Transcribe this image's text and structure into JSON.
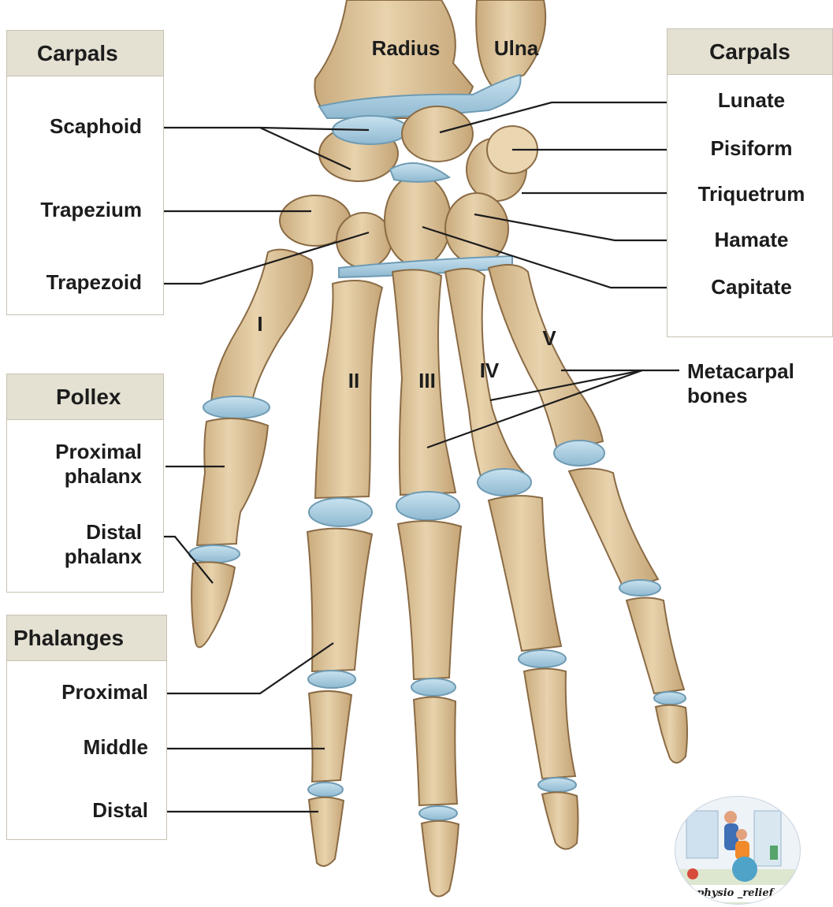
{
  "colors": {
    "bone": "#dcc39a",
    "bone_shade": "#b99b6e",
    "bone_outline": "#8a6b45",
    "cartilage": "#a9cde0",
    "cartilage_outline": "#6f9bb3",
    "box_header": "#e4e0d2",
    "box_border": "#c9c2b4",
    "leader": "#1c1c1c"
  },
  "top_labels": {
    "radius": "Radius",
    "ulna": "Ulna"
  },
  "carpals_left": {
    "title": "Carpals",
    "items": [
      "Scaphoid",
      "Trapezium",
      "Trapezoid"
    ]
  },
  "carpals_right": {
    "title": "Carpals",
    "items": [
      "Lunate",
      "Pisiform",
      "Triquetrum",
      "Hamate",
      "Capitate"
    ]
  },
  "pollex": {
    "title": "Pollex",
    "proximal": [
      "Proximal",
      "phalanx"
    ],
    "distal": [
      "Distal",
      "phalanx"
    ]
  },
  "phalanges": {
    "title": "Phalanges",
    "items": [
      "Proximal",
      "Middle",
      "Distal"
    ]
  },
  "metacarpals": {
    "label_line1": "Metacarpal",
    "label_line2": "bones"
  },
  "numerals": [
    "I",
    "II",
    "III",
    "IV",
    "V"
  ],
  "logo": {
    "text": "physio _relief_",
    "icon": "physiotherapy-logo-icon"
  }
}
